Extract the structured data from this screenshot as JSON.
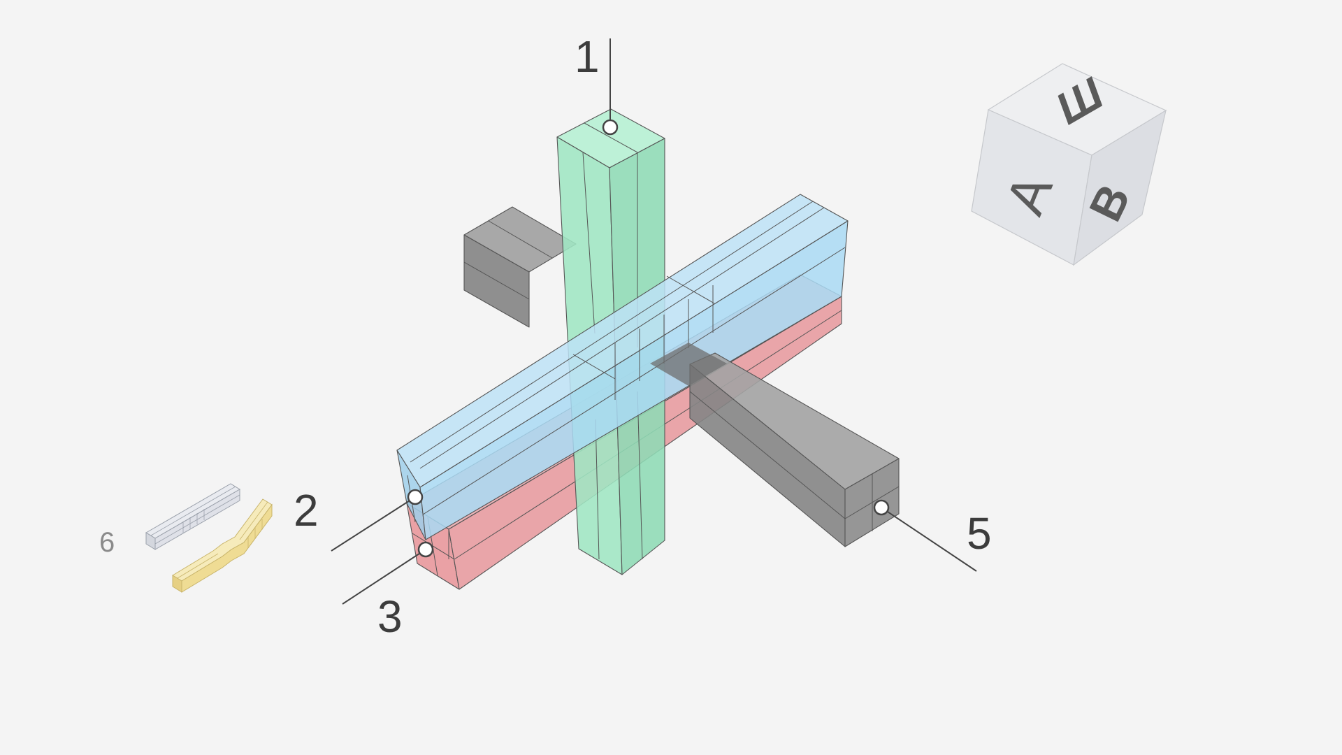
{
  "callouts": [
    {
      "id": "1",
      "label": "1"
    },
    {
      "id": "2",
      "label": "2"
    },
    {
      "id": "3",
      "label": "3"
    },
    {
      "id": "5",
      "label": "5"
    },
    {
      "id": "6",
      "label": "6"
    }
  ],
  "view_cube": {
    "top_face": "Ш",
    "left_face": "A",
    "right_face": "B"
  },
  "colors": {
    "background": "#f4f4f4",
    "vertical_beam": "#9fe6c3",
    "upper_horizontal_beam": "#a9d9f3",
    "lower_horizontal_beam": "#efa2a7",
    "dark_beam": "#8c8c8c",
    "cube_face": "#e6e7ea",
    "small_part_grey": "#dfe1e8",
    "small_part_yellow": "#f3e4a6"
  }
}
